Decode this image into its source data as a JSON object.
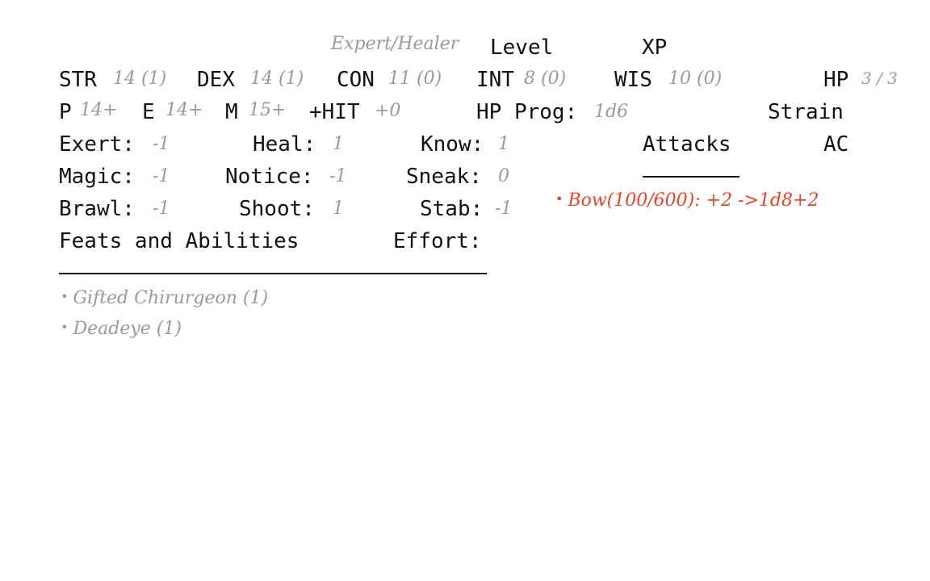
{
  "header": {
    "class": "Expert/Healer",
    "level_label": "Level",
    "xp_label": "XP"
  },
  "attributes": {
    "str": {
      "label": "STR",
      "value": "14 (1)"
    },
    "dex": {
      "label": "DEX",
      "value": "14 (1)"
    },
    "con": {
      "label": "CON",
      "value": "11 (0)"
    },
    "int": {
      "label": "INT",
      "value": "8 (0)"
    },
    "wis": {
      "label": "WIS",
      "value": "10 (0)"
    },
    "hp": {
      "label": "HP",
      "value": "3 / 3"
    }
  },
  "saves": {
    "p": {
      "label": "P",
      "value": "14+"
    },
    "e": {
      "label": "E",
      "value": "14+"
    },
    "m": {
      "label": "M",
      "value": "15+"
    },
    "hit": {
      "label": "+HIT",
      "value": "+0"
    },
    "hp_prog": {
      "label": "HP Prog:",
      "value": "1d6"
    },
    "strain_label": "Strain"
  },
  "skills": {
    "exert": {
      "label": "Exert:",
      "value": "-1"
    },
    "heal": {
      "label": "Heal:",
      "value": "1"
    },
    "know": {
      "label": "Know:",
      "value": "1"
    },
    "magic": {
      "label": "Magic:",
      "value": "-1"
    },
    "notice": {
      "label": "Notice:",
      "value": "-1"
    },
    "sneak": {
      "label": "Sneak:",
      "value": "0"
    },
    "brawl": {
      "label": "Brawl:",
      "value": "-1"
    },
    "shoot": {
      "label": "Shoot:",
      "value": "1"
    },
    "stab": {
      "label": "Stab:",
      "value": "-1"
    }
  },
  "combat": {
    "attacks_label": "Attacks",
    "ac_label": "AC",
    "attacks": [
      "Bow(100/600): +2 ->1d8+2"
    ]
  },
  "feats": {
    "heading": "Feats and Abilities",
    "effort_label": "Effort:",
    "items": [
      "Gifted Chirurgeon (1)",
      "Deadeye (1)"
    ]
  },
  "colors": {
    "text": "#111111",
    "value_gray": "#9a9a9a",
    "attack_red": "#e8442a",
    "background": "#ffffff"
  }
}
